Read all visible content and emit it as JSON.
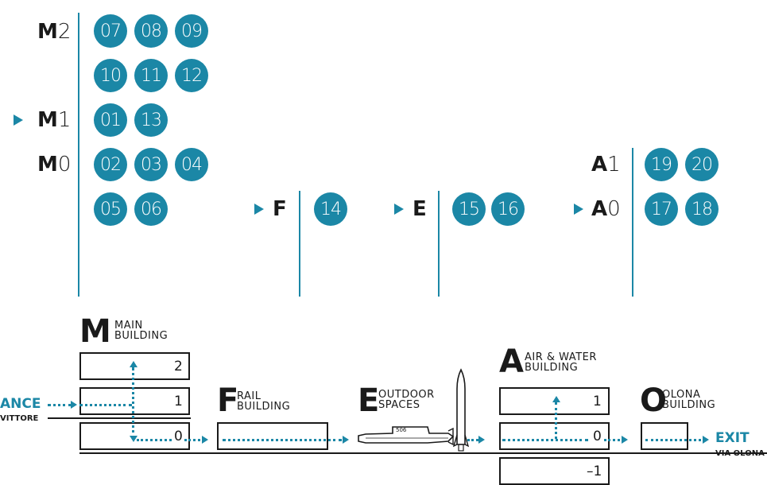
{
  "colors": {
    "accent": "#1b87a6",
    "ink": "#1a1a1a",
    "background": "#ffffff"
  },
  "floor_index": {
    "main": {
      "floors": [
        {
          "letter": "M",
          "level": "2",
          "rooms": [
            "07",
            "08",
            "09",
            "10",
            "11",
            "12"
          ]
        },
        {
          "letter": "M",
          "level": "1",
          "current": true,
          "rooms": [
            "01",
            "13"
          ]
        },
        {
          "letter": "M",
          "level": "0",
          "rooms": [
            "02",
            "03",
            "04",
            "05",
            "06"
          ]
        }
      ]
    },
    "rail": {
      "letter": "F",
      "current": true,
      "rooms": [
        "14"
      ]
    },
    "outdoor": {
      "letter": "E",
      "current": true,
      "rooms": [
        "15",
        "16"
      ]
    },
    "air_water": {
      "floors": [
        {
          "letter": "A",
          "level": "1",
          "rooms": [
            "19",
            "20"
          ]
        },
        {
          "letter": "A",
          "level": "0",
          "current": true,
          "rooms": [
            "17",
            "18"
          ]
        }
      ]
    }
  },
  "section": {
    "entrance_label": "ANCE",
    "entrance_street": "VITTORE",
    "exit_label": "EXIT",
    "exit_street": "VIA OLONA",
    "buildings": [
      {
        "letter": "M",
        "name": "MAIN\nBUILDING",
        "levels": [
          "2",
          "1",
          "0"
        ]
      },
      {
        "letter": "F",
        "name": "RAIL\nBUILDING"
      },
      {
        "letter": "E",
        "name": "OUTDOOR\nSPACES",
        "submarine_label": "506"
      },
      {
        "letter": "A",
        "name": "AIR & WATER\nBUILDING",
        "levels": [
          "1",
          "0",
          "–1"
        ]
      },
      {
        "letter": "O",
        "name": "OLONA\nBUILDING"
      }
    ]
  }
}
